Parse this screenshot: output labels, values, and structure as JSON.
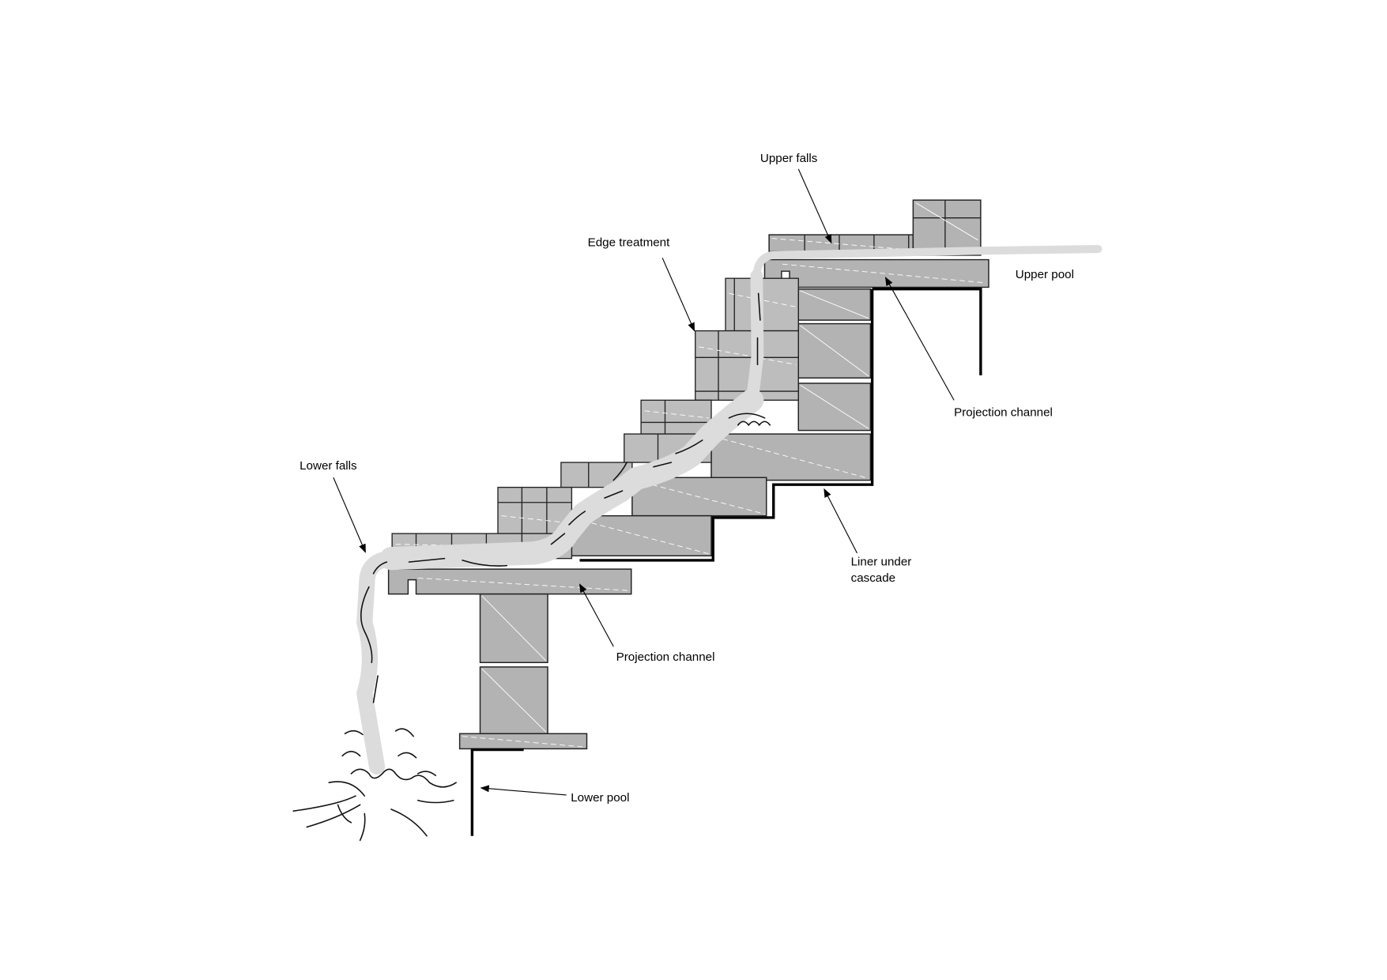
{
  "labels": {
    "upper_falls": "Upper falls",
    "edge_treatment": "Edge treatment",
    "upper_pool": "Upper pool",
    "projection_channel_upper": "Projection channel",
    "liner_line1": "Liner under",
    "liner_line2": "cascade",
    "lower_falls": "Lower falls",
    "projection_channel_lower": "Projection channel",
    "lower_pool": "Lower pool"
  },
  "colors": {
    "block": "#b3b3b3",
    "water": "#dcdcdc",
    "liner": "#000000"
  }
}
